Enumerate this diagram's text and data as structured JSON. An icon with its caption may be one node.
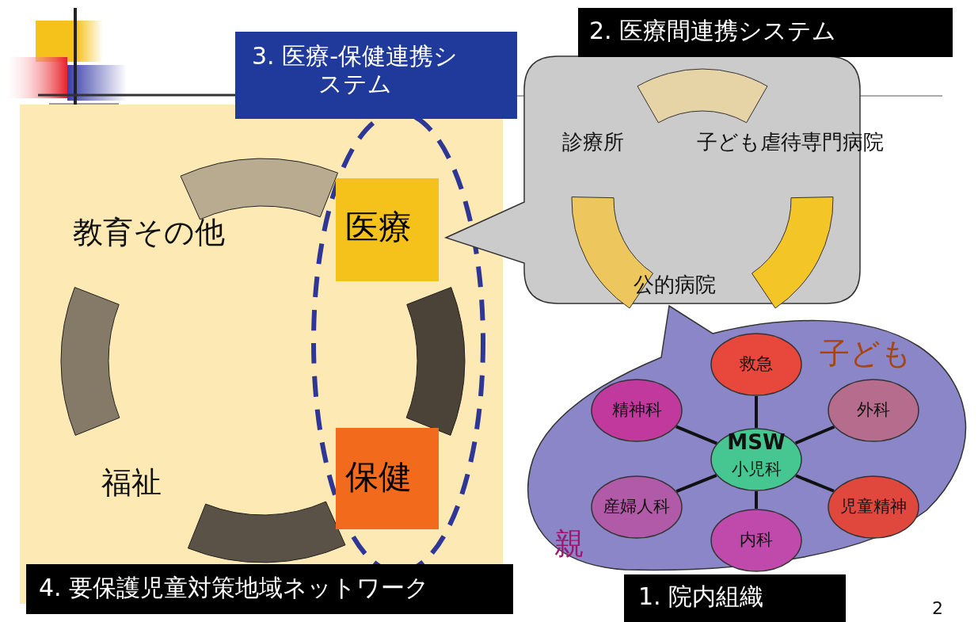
{
  "diagram": {
    "nodes": [
      {
        "text": [
          "3. 医療-保健連携システム"
        ]
      },
      {
        "text": [
          "2. 医療間連携システム"
        ]
      },
      {
        "text": [
          "4. 要保護児童対策地域ネットワーク"
        ]
      },
      {
        "text": [
          "1. 院内組織"
        ]
      },
      {
        "text": [
          "医療"
        ]
      },
      {
        "text": [
          "保健"
        ]
      },
      {
        "text": [
          "診療所",
          "子ども虐待専門病院",
          "公的病院"
        ]
      },
      {
        "text": [
          "子ども",
          "親"
        ]
      },
      {
        "text": [
          "救急"
        ],
        "in": 7
      },
      {
        "text": [
          "精神科"
        ],
        "in": 7
      },
      {
        "text": [
          "外科"
        ],
        "in": 7
      },
      {
        "text": [
          "MSW",
          "小児科"
        ],
        "in": 7
      },
      {
        "text": [
          "産婦人科"
        ],
        "in": 7
      },
      {
        "text": [
          "児童精神"
        ],
        "in": 7
      },
      {
        "text": [
          "内科"
        ],
        "in": 7
      }
    ],
    "edges": [
      {
        "from": 11,
        "to": 8,
        "arrow": "none"
      },
      {
        "from": 11,
        "to": 9,
        "arrow": "none"
      },
      {
        "from": 11,
        "to": 10,
        "arrow": "none"
      },
      {
        "from": 11,
        "to": 12,
        "arrow": "none"
      },
      {
        "from": 11,
        "to": 13,
        "arrow": "none"
      },
      {
        "from": 11,
        "to": 14,
        "arrow": "none"
      }
    ],
    "labels": [
      "教育その他",
      "福祉",
      "2"
    ]
  }
}
